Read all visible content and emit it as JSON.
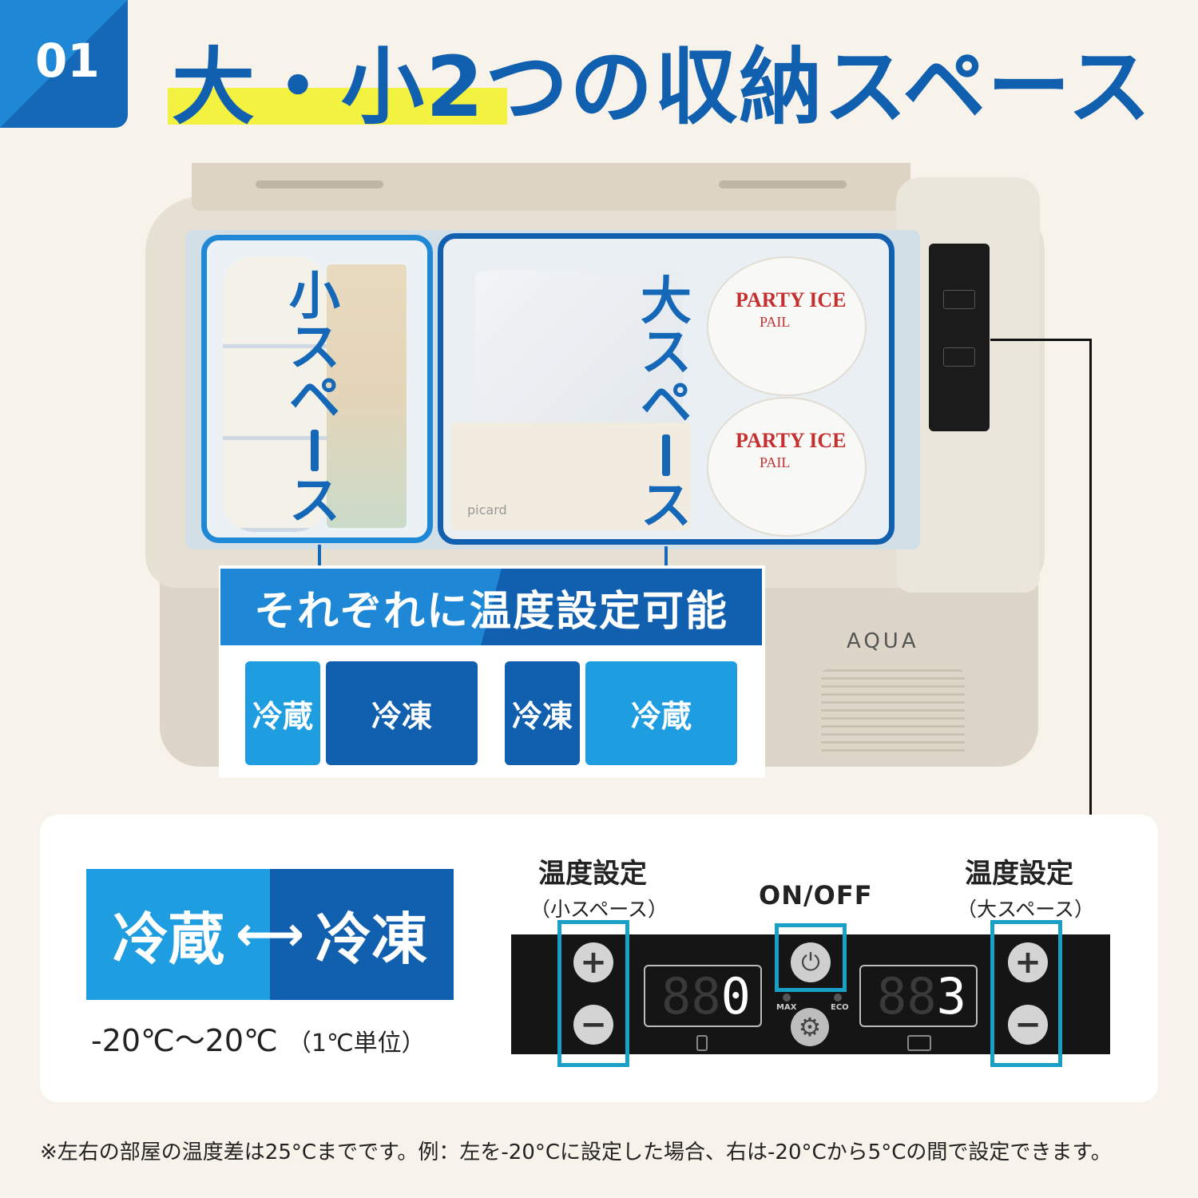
{
  "badge": "01",
  "title": "大・小2つの収納スペース",
  "product": {
    "brand": "AQUA",
    "pail_brand": "PARTY ICE",
    "pail_sub": "PAIL",
    "tart_label": "picard"
  },
  "spaces": {
    "small": "小スペース",
    "large": "大スペース"
  },
  "temp_setting": {
    "heading": "それぞれに温度設定可能",
    "modes": [
      "冷蔵",
      "冷凍",
      "冷凍",
      "冷蔵"
    ]
  },
  "range": {
    "left": "冷蔵",
    "arrow": "⟷",
    "right": "冷凍",
    "caption": "-20℃～20℃",
    "unit_note": "（1℃単位）"
  },
  "controls": {
    "left_label": "温度設定",
    "left_sub": "（小スペース）",
    "onoff": "ON/OFF",
    "right_label": "温度設定",
    "right_sub": "（大スペース）",
    "plus": "+",
    "minus": "−",
    "left_display": "0",
    "right_display": "3",
    "max": "MAX",
    "eco": "ECO"
  },
  "footnote": "※左右の部屋の温度差は25°Cまでです。例：左を-20°Cに設定した場合、右は-20°Cから5°Cの間で設定できます。",
  "colors": {
    "light_blue": "#1e88d6",
    "dark_blue": "#1160b0",
    "highlight_yellow": "#f4f241",
    "teal_frame": "#1a9fc6"
  }
}
